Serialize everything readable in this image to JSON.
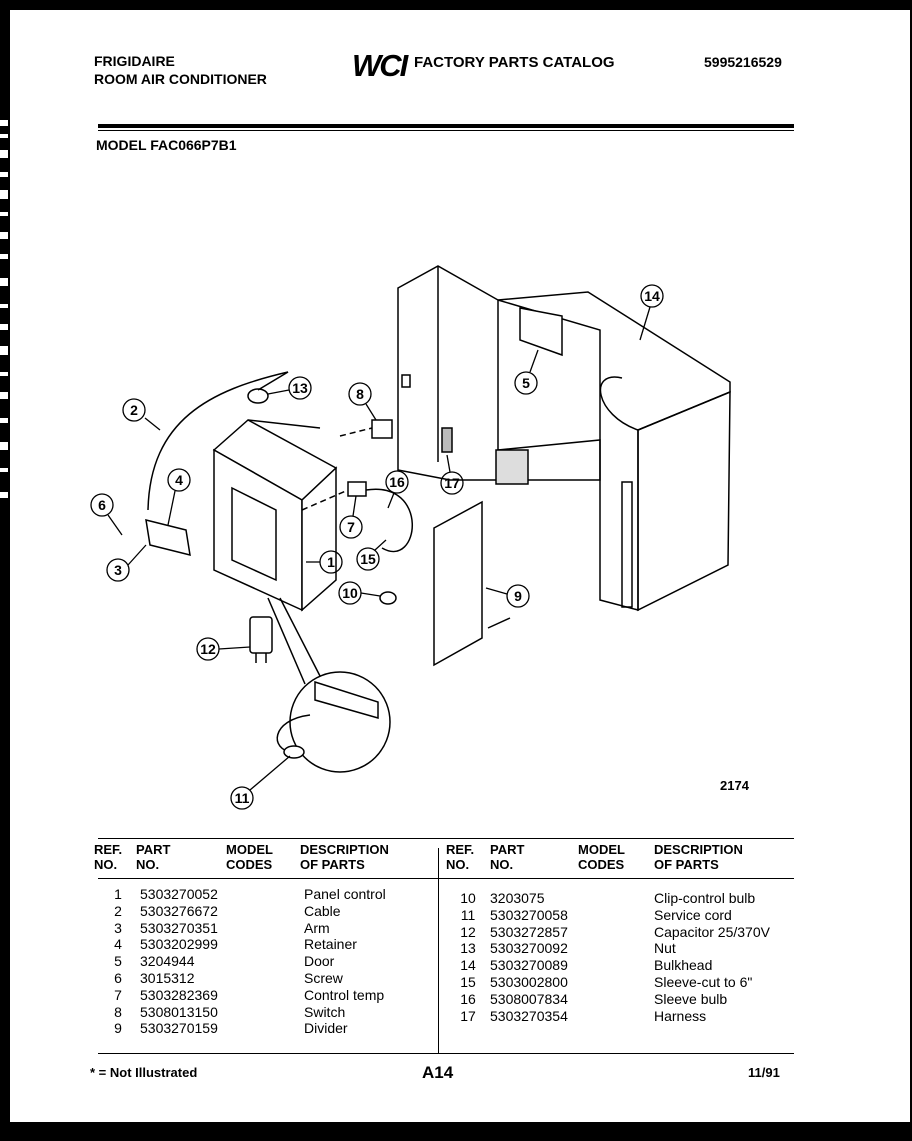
{
  "header": {
    "brand": "FRIGIDAIRE",
    "product": "ROOM AIR CONDITIONER",
    "logo_text": "WCI",
    "catalog_title": "FACTORY PARTS CATALOG",
    "catalog_number": "5995216529",
    "model_label": "MODEL FAC066P7B1"
  },
  "diagram": {
    "figure_number": "2174",
    "callouts": [
      "1",
      "2",
      "3",
      "4",
      "5",
      "6",
      "7",
      "8",
      "9",
      "10",
      "11",
      "12",
      "13",
      "14",
      "15",
      "16",
      "17"
    ]
  },
  "table_headers": {
    "ref": "REF.\nNO.",
    "part": "PART\nNO.",
    "model_codes": "MODEL\nCODES",
    "description": "DESCRIPTION\nOF PARTS"
  },
  "parts_left": [
    {
      "ref": "1",
      "part": "5303270052",
      "desc": "Panel control"
    },
    {
      "ref": "2",
      "part": "5303276672",
      "desc": "Cable"
    },
    {
      "ref": "3",
      "part": "5303270351",
      "desc": "Arm"
    },
    {
      "ref": "4",
      "part": "5303202999",
      "desc": "Retainer"
    },
    {
      "ref": "5",
      "part": "3204944",
      "desc": "Door"
    },
    {
      "ref": "6",
      "part": "3015312",
      "desc": "Screw"
    },
    {
      "ref": "7",
      "part": "5303282369",
      "desc": "Control temp"
    },
    {
      "ref": "8",
      "part": "5308013150",
      "desc": "Switch"
    },
    {
      "ref": "9",
      "part": "5303270159",
      "desc": "Divider"
    }
  ],
  "parts_right": [
    {
      "ref": "10",
      "part": "3203075",
      "desc": "Clip-control bulb"
    },
    {
      "ref": "11",
      "part": "5303270058",
      "desc": "Service cord"
    },
    {
      "ref": "12",
      "part": "5303272857",
      "desc": "Capacitor 25/370V"
    },
    {
      "ref": "13",
      "part": "5303270092",
      "desc": "Nut"
    },
    {
      "ref": "14",
      "part": "5303270089",
      "desc": "Bulkhead"
    },
    {
      "ref": "15",
      "part": "5303002800",
      "desc": "Sleeve-cut to 6\""
    },
    {
      "ref": "16",
      "part": "5308007834",
      "desc": "Sleeve bulb"
    },
    {
      "ref": "17",
      "part": "5303270354",
      "desc": "Harness"
    }
  ],
  "footer": {
    "note": "* = Not Illustrated",
    "page_code": "A14",
    "date": "11/91"
  }
}
